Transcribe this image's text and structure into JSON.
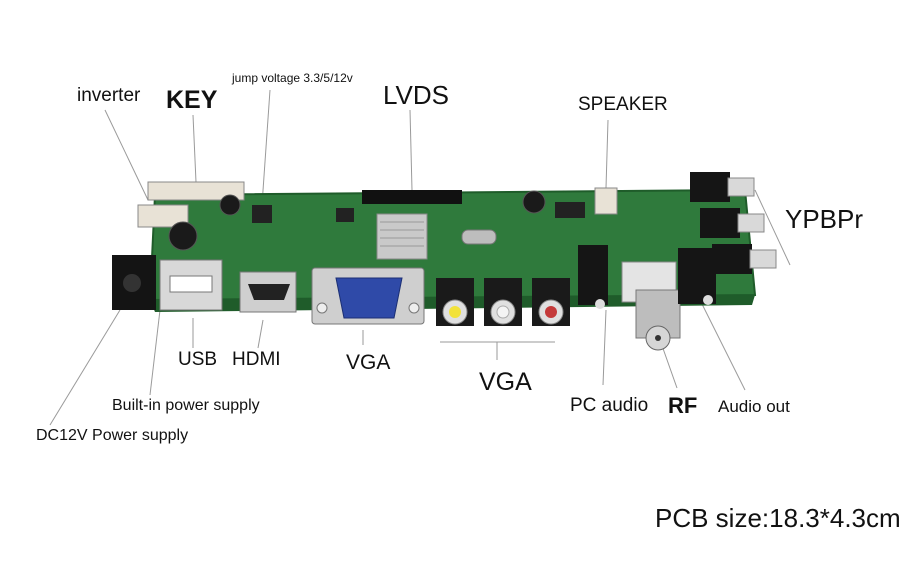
{
  "labels": {
    "inverter": "inverter",
    "key": "KEY",
    "jump_voltage": "jump voltage 3.3/5/12v",
    "lvds": "LVDS",
    "speaker": "SPEAKER",
    "ypbpr": "YPBPr",
    "usb": "USB",
    "hdmi": "HDMI",
    "vga_port": "VGA",
    "vga_av": "VGA",
    "pc_audio": "PC audio",
    "rf": "RF",
    "audio_out": "Audio out",
    "builtin_power": "Built-in power supply",
    "dc12v": "DC12V Power supply",
    "pcb_size": "PCB size:18.3*4.3cm"
  },
  "colors": {
    "pcb": "#2f7a3c",
    "pcb_dark": "#1f5c2a",
    "vga_blue": "#2f4aa8",
    "rca_yellow": "#f2e23a",
    "rca_red": "#c43a3a",
    "rca_white": "#f4f4f4",
    "metal": "#c9c9c9"
  }
}
